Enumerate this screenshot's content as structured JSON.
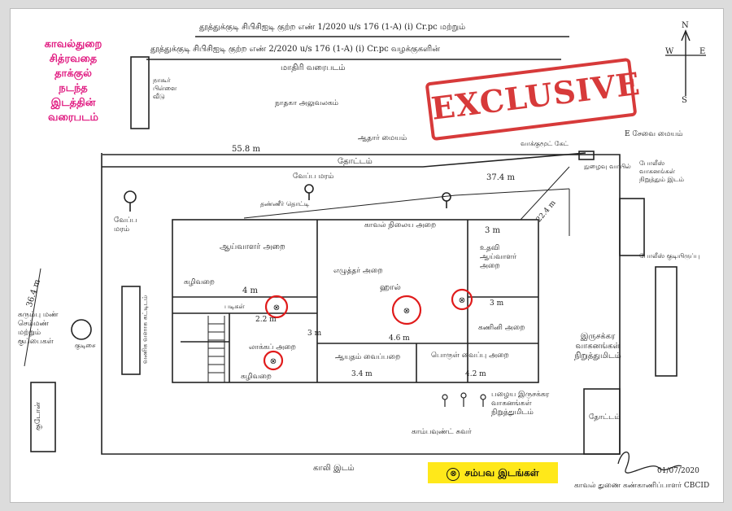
{
  "header": {
    "line1": "தூத்துக்குடி சிபிசிஐடி குற்ற எண் 1/2020 u/s 176 (1-A) (i) Cr.pc மற்றும்",
    "line2": "தூத்துக்குடி சிபிசிஐடி குற்ற எண் 2/2020 u/s 176 (1-A) (i) Cr.pc வழக்குகளின்",
    "line3": "மாதிரி வரைபடம்"
  },
  "caption": [
    "காவல்துறை",
    "சித்ரவதை",
    "தாக்குல்",
    "நடந்த",
    "இடத்தின்",
    "வரைபடம்"
  ],
  "stamp": "EXCLUSIVE",
  "compass": {
    "n": "N",
    "w": "W",
    "e": "E",
    "s": "S"
  },
  "labels": {
    "top_left_bldg": "நாகூர் பிள்ளை வீடு",
    "top_road": "நாதகா அலுவலகம்",
    "aadhaar": "ஆதார் மையம்",
    "wall_note": "வாக்குமூட் கேட்",
    "e_center": "E சேவை மையம்",
    "top_dim": "55.8 m",
    "garden_top": "தோட்டம்",
    "right_dim_top": "37.4 m",
    "gate": "நுழைவு வாயில்",
    "water": "தண்ணீர் தொட்டி",
    "tree": "வேப்ப மரம்",
    "left_tree": "வேப்ப மரம்",
    "police_office": "போலீஸ் வாகனங்கள் நிறுத்தும் இடம்",
    "station_room": "காவல் நிலைய அறை",
    "sub_room": "ஆய்வாளர் அறை",
    "writer_room": "எழுத்தர் அறை",
    "hall": "ஹால்",
    "right_room": "உதவி ஆய்வாளர் அறை",
    "store_room": "பொருள் வைப்பு அறை",
    "duty_room": "கணினி அறை",
    "arms_room": "ஆயுதம் வைப்பறை",
    "lockup": "லாக்கப் அறை",
    "toilet": "கழிவறை",
    "corridor": "கழிவறை",
    "stairs": "படிகள்",
    "d_4m": "4 m",
    "d_22": "2.2 m",
    "d_3m": "3 m",
    "d_46": "4.6 m",
    "d_34": "3.4 m",
    "d_42": "4.2 m",
    "d_3m_b": "3 m",
    "d_3m_c": "3 m",
    "left_dim": "36.4 m",
    "right_dim": "22.4 m",
    "left_note": "கரும்பு மண் செம்மண் மற்றும் குப்பைகள்",
    "left_bldg": "வணிக வளாக கட்டிடம்",
    "left_bottom": "குடோன்",
    "right_bldg": "போலீஸ் குடியிருப்பு",
    "parking_right": "இருசக்கர வாகனங்கள் நிறுத்துமிடம்",
    "garden_right": "தோட்டம்",
    "bikes": "பழைய இருசக்கர வாகனங்கள் நிறுத்துமிடம்",
    "compound": "காம்பவுண்ட் சுவர்",
    "bottom_land": "காலி இடம்",
    "hut": "குடிசை",
    "legend": "சம்பவ இடங்கள்",
    "signature": "காவல் துணை கண்காணிப்பாளர் CBCID",
    "date": "01/07/2020"
  },
  "markers": [
    "incident-1",
    "incident-2",
    "incident-3",
    "incident-4"
  ],
  "colors": {
    "accent": "#e0177f",
    "stamp": "#d42a2a",
    "marker": "#e01b1b",
    "legend_bg": "#ffe81a"
  }
}
